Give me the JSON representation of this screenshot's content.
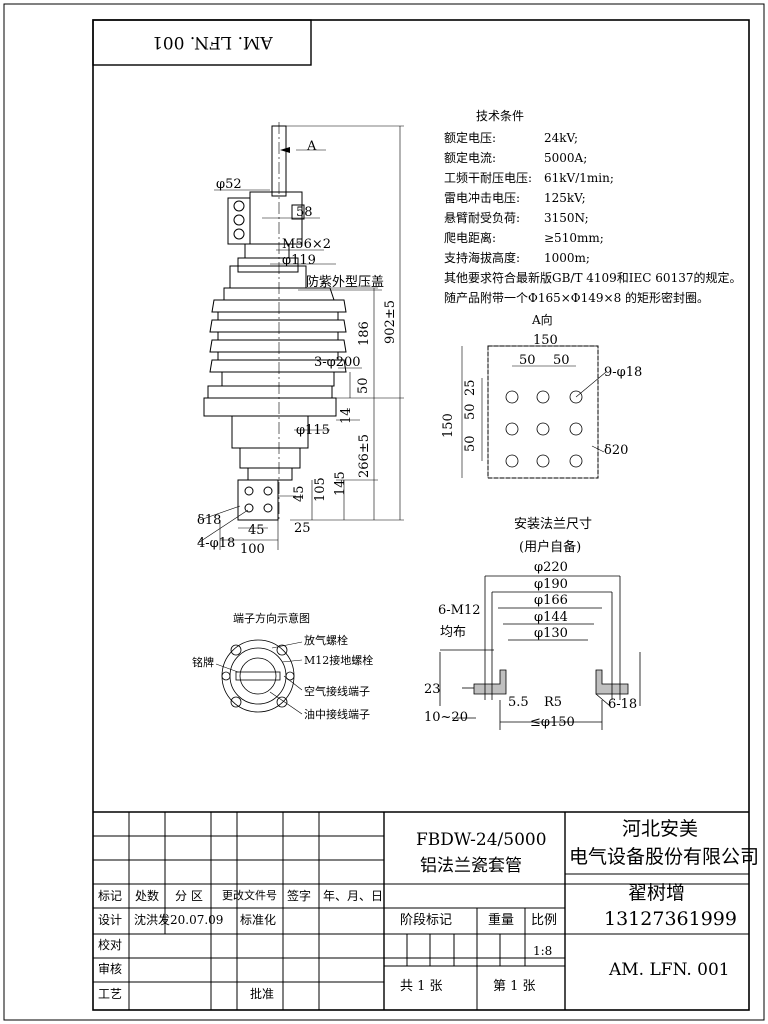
{
  "drawing": {
    "code_box_text": "AM. LFN. 001",
    "label_a": "A",
    "dims": {
      "d52": "φ52",
      "v58": "58",
      "m56": "M56×2",
      "d119": "φ119",
      "cover": "防紫外型压盖",
      "h186": "186",
      "h902": "902±5",
      "d200": "3-φ200",
      "v50": "50",
      "v14": "14",
      "d115": "φ115",
      "h266": "266±5",
      "h145": "145",
      "h105": "105",
      "v45": "45",
      "v25": "25",
      "delta18": "δ18",
      "holes18": "4-φ18",
      "w45": "45",
      "w100": "100"
    },
    "terminal_diagram": {
      "title": "端子方向示意图",
      "nameplate": "铭牌",
      "vent": "放气螺栓",
      "ground": "M12接地螺栓",
      "air": "空气接线端子",
      "oil": "油中接线端子"
    },
    "a_view": {
      "title": "A向",
      "w150": "150",
      "w50a": "50",
      "w50b": "50",
      "holes": "9-φ18",
      "h150": "150",
      "h25": "25",
      "h50a": "50",
      "h50b": "50",
      "delta20": "δ20"
    },
    "flange": {
      "title": "安装法兰尺寸",
      "subtitle": "(用户自备)",
      "d220": "φ220",
      "d190": "φ190",
      "d166": "φ166",
      "d144": "φ144",
      "d130": "φ130",
      "m12": "6-M12",
      "even": "均布",
      "v23": "23",
      "v5_5": "5.5",
      "r5": "R5",
      "range": "10~20",
      "le150": "≤φ150",
      "v6_18": "6-18"
    }
  },
  "specs": {
    "title": "技术条件",
    "rows": [
      {
        "k": "额定电压:",
        "v": "24kV;"
      },
      {
        "k": "额定电流:",
        "v": "5000A;"
      },
      {
        "k": "工频干耐压电压:",
        "v": "61kV/1min;"
      },
      {
        "k": "雷电冲击电压:",
        "v": "125kV;"
      },
      {
        "k": "悬臂耐受负荷:",
        "v": "3150N;"
      },
      {
        "k": "爬电距离:",
        "v": "≥510mm;"
      },
      {
        "k": "支持海拔高度:",
        "v": "1000m;"
      }
    ],
    "note1": "其他要求符合最新版GB/T 4109和IEC 60137的规定。",
    "note2": "随产品附带一个Φ165×Φ149×8 的矩形密封圈。"
  },
  "title_block": {
    "headers": [
      "标记",
      "处数",
      "分 区",
      "更改文件号",
      "签字",
      "年、月、日"
    ],
    "design_label": "设计",
    "designer": "沈洪发",
    "design_date": "20.07.09",
    "std_label": "标准化",
    "check_label": "校对",
    "review_label": "审核",
    "process_label": "工艺",
    "approve_label": "批准",
    "product_code": "FBDW-24/5000",
    "product_name": "铝法兰瓷套管",
    "stage_label": "阶段标记",
    "weight_label": "重量",
    "scale_label": "比例",
    "scale": "1:8",
    "total_sheets": "共 1 张",
    "sheet_no": "第 1 张",
    "company_line1": "河北安美",
    "company_line2": "电气设备股份有限公司",
    "person": "翟树增",
    "phone": "13127361999",
    "drawing_no": "AM. LFN. 001"
  }
}
